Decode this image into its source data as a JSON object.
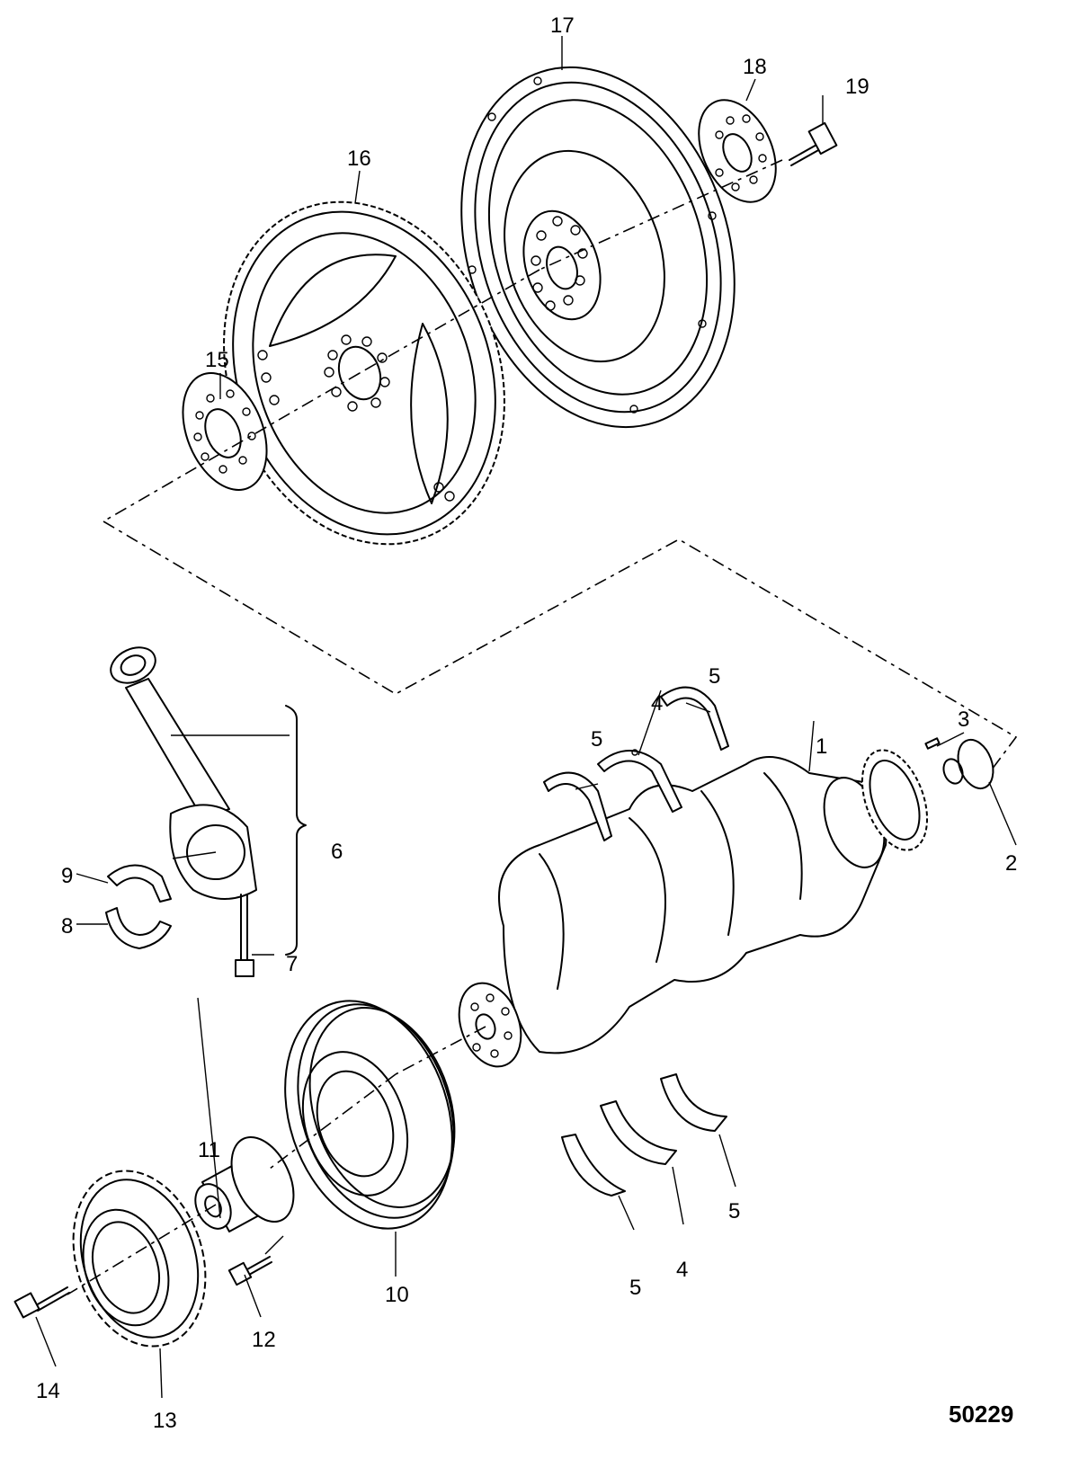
{
  "figure_number": "50229",
  "callouts": {
    "c1": "1",
    "c2": "2",
    "c3": "3",
    "c4a": "4",
    "c4b": "4",
    "c5a": "5",
    "c5b": "5",
    "c5c": "5",
    "c5d": "5",
    "c6": "6",
    "c7": "7",
    "c8": "8",
    "c9": "9",
    "c10": "10",
    "c11": "11",
    "c12": "12",
    "c13": "13",
    "c14": "14",
    "c15": "15",
    "c16": "16",
    "c17": "17",
    "c18": "18",
    "c19": "19"
  }
}
